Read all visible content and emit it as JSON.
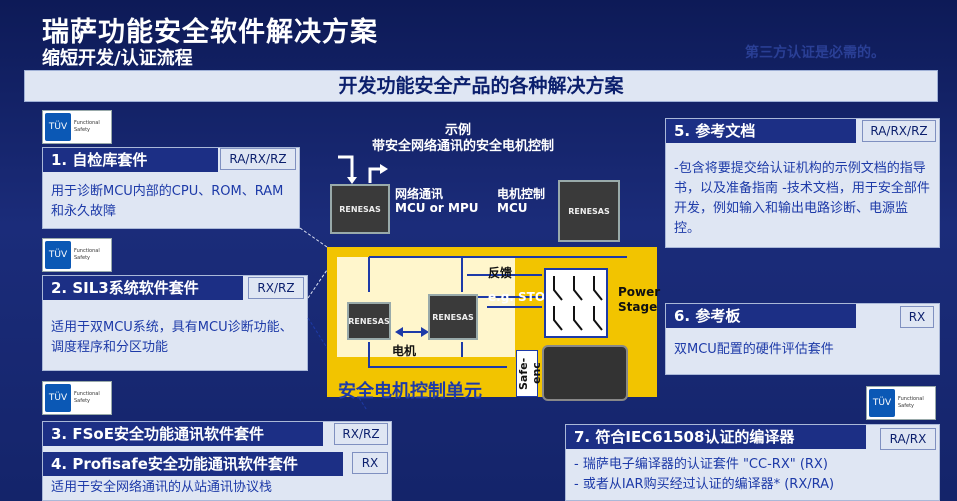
{
  "title": "瑞萨功能安全软件解决方案",
  "subtitle": "缩短开发/认证流程",
  "ghost_text": "第三方认证是必需的。",
  "banner": "开发功能安全产品的各种解决方案",
  "center": {
    "heading_line1": "示例",
    "heading_line2": "带安全网络通讯的安全电机控制",
    "net_label_1": "网络通讯",
    "net_label_2": "MCU or MPU",
    "motor_label_1": "电机控制",
    "motor_label_2": "MCU",
    "chip_brand": "RENESAS",
    "feedback": "反馈",
    "sto": "e.g. STO",
    "power_stage_1": "Power",
    "power_stage_2": "Stage",
    "motor_word": "电机",
    "unit_label": "安全电机控制单元",
    "safe_enc": "Safe-enc"
  },
  "badge": {
    "mark": "TÜV",
    "line1": "Functional",
    "line2": "Safety"
  },
  "kits": [
    {
      "title": "1. 自检库套件",
      "tag": "RA/RX/RZ",
      "desc": "用于诊断MCU内部的CPU、ROM、RAM和永久故障"
    },
    {
      "title": "2. SIL3系统软件套件",
      "tag": "RX/RZ",
      "desc": "适用于双MCU系统，具有MCU诊断功能、调度程序和分区功能"
    },
    {
      "title": "3. FSoE安全功能通讯软件套件",
      "tag": "RX/RZ"
    },
    {
      "title": "4. Profisafe安全功能通讯软件套件",
      "tag": "RX",
      "desc": "适用于安全网络通讯的从站通讯协议栈"
    }
  ],
  "right": {
    "doc_title": "5. 参考文档",
    "doc_tag": "RA/RX/RZ",
    "doc_desc": "-包含将要提交给认证机构的示例文档的指导书，以及准备指南 -技术文档，用于安全部件开发，例如输入和输出电路诊断、电源监控。",
    "board_title": "6. 参考板",
    "board_tag": "RX",
    "board_desc": "双MCU配置的硬件评估套件",
    "comp_title": "7. 符合IEC61508认证的编译器",
    "comp_tag": "RA/RX",
    "comp_line1": "- 瑞萨电子编译器的认证套件 \"CC-RX\" (RX)",
    "comp_line2": "- 或者从IAR购买经过认证的编译器* (RX/RA)"
  },
  "colors": {
    "yellow": "#f2c400",
    "navy": "#1c2f85",
    "panel": "#dfe6f3"
  }
}
